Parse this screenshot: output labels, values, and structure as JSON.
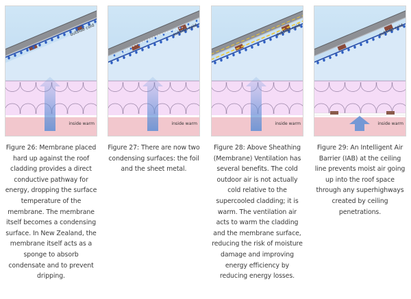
{
  "labels": {
    "outside": "outside cold",
    "inside": "inside warm"
  },
  "colors": {
    "sky_top": "#cfe6f6",
    "sky_bottom": "#b5d2ee",
    "cladding": "#8e9095",
    "membrane": "#2b4fa8",
    "insulation": "#f5dcf7",
    "warm": "#f2c7cd",
    "arrow": "#5e8fd6",
    "yellow": "#f1c72b"
  },
  "figures": [
    {
      "id": 26,
      "variant": "membrane-hard-up",
      "caption": "Figure 26: Membrane placed hard up against the roof cladding provides a direct conductive pathway for energy, dropping the surface temperature of the membrane. The membrane itself becomes a condensing surface. In New Zealand, the membrane itself acts as a sponge to absorb condensate and to prevent dripping."
    },
    {
      "id": 27,
      "variant": "two-surfaces",
      "caption": "Figure 27: There are now two condensing surfaces: the foil and the sheet metal."
    },
    {
      "id": 28,
      "variant": "ventilated",
      "caption": "Figure 28: Above Sheathing (Membrane) Ventilation has several benefits. The cold outdoor air is not actually cold relative to the supercooled cladding; it is warm. The ventilation air acts to warm the cladding and the membrane surface, reducing the risk of moisture damage and improving energy efficiency by reducing energy losses."
    },
    {
      "id": 29,
      "variant": "iab",
      "caption": "Figure 29: An Intelligent Air Barrier (IAB) at the ceiling line prevents moist air going up into the roof space through any superhighways created by ceiling penetrations."
    }
  ]
}
